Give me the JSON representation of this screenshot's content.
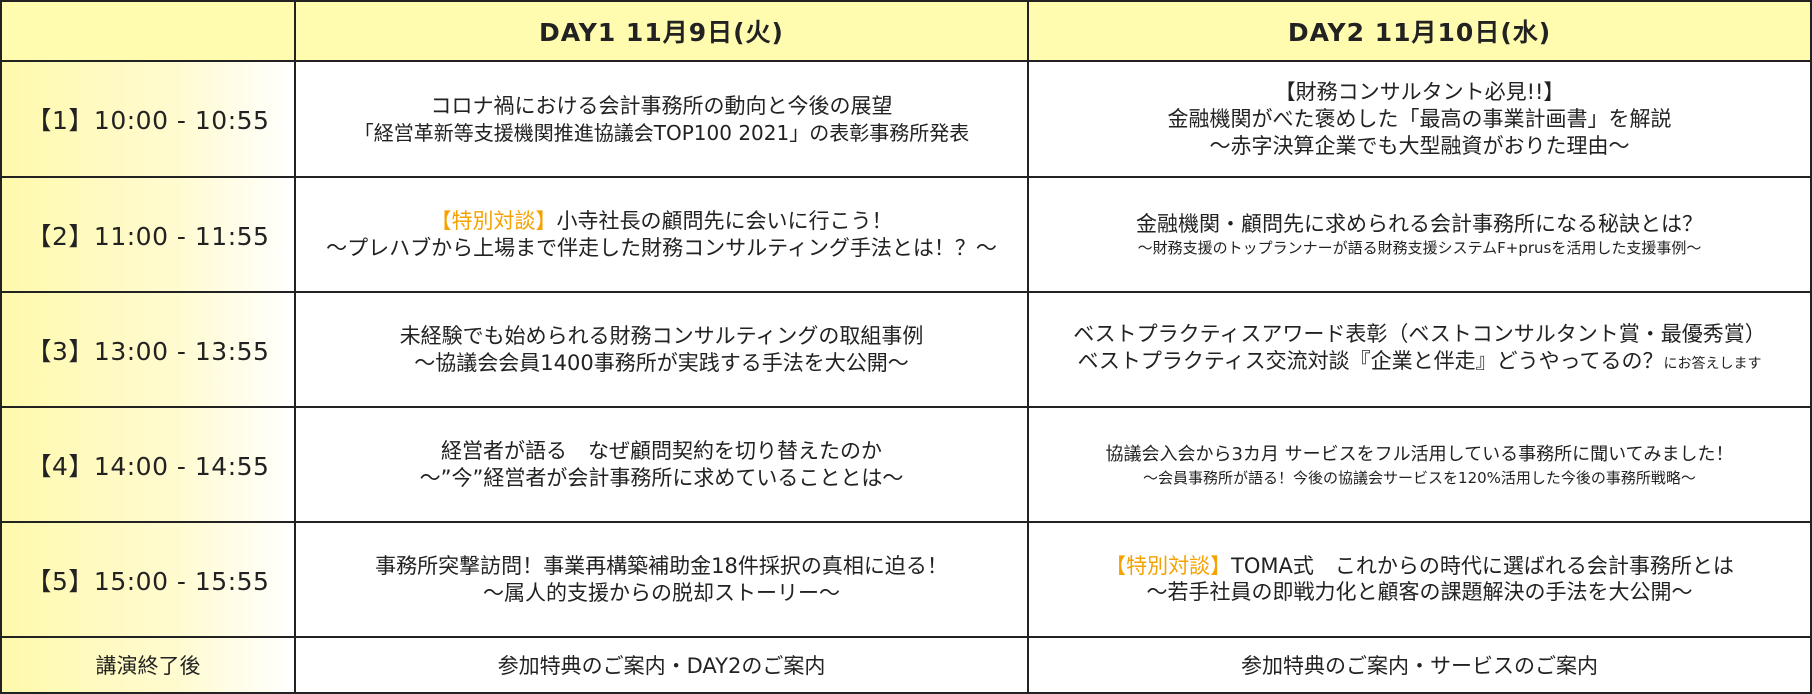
{
  "header": {
    "corner": "",
    "day1": "DAY1  11月9日(火)",
    "day2": "DAY2  11月10日(水)"
  },
  "sessions": [
    {
      "time": "【1】10:00 - 10:55",
      "day1": {
        "line1": "コロナ禍における会計事務所の動向と今後の展望",
        "line2": "「経営革新等支援機関推進協議会TOP100 2021」の表彰事務所発表"
      },
      "day2": {
        "line1": "【財務コンサルタント必見!!】",
        "line2": "金融機関がべた褒めした「最高の事業計画書」を解説",
        "line3": "〜赤字決算企業でも大型融資がおりた理由〜"
      }
    },
    {
      "time": "【2】11:00 - 11:55",
      "day1": {
        "highlight": "【特別対談】",
        "line1": "小寺社長の顧問先に会いに行こう！",
        "line2": "〜プレハブから上場まで伴走した財務コンサルティング手法とは！？〜"
      },
      "day2": {
        "line1": "金融機関・顧問先に求められる会計事務所になる秘訣とは？",
        "line2": "〜財務支援のトップランナーが語る財務支援システムF+prusを活用した支援事例〜"
      }
    },
    {
      "time": "【3】13:00 - 13:55",
      "day1": {
        "line1": "未経験でも始められる財務コンサルティングの取組事例",
        "line2": "〜協議会会員1400事務所が実践する手法を大公開〜"
      },
      "day2": {
        "line1": "ベストプラクティスアワード表彰（ベストコンサルタント賞・最優秀賞）",
        "line2": "ベストプラクティス交流対談『企業と伴走』どうやってるの？",
        "note": "にお答えします"
      }
    },
    {
      "time": "【4】14:00 - 14:55",
      "day1": {
        "line1": "経営者が語る　なぜ顧問契約を切り替えたのか",
        "line2": "〜”今”経営者が会計事務所に求めていることとは〜"
      },
      "day2": {
        "line1": "協議会入会から3カ月 サービスをフル活用している事務所に聞いてみました！",
        "line2": "〜会員事務所が語る！今後の協議会サービスを120%活用した今後の事務所戦略〜"
      }
    },
    {
      "time": "【5】15:00 - 15:55",
      "day1": {
        "line1": "事務所突撃訪問！事業再構築補助金18件採択の真相に迫る！",
        "line2": "〜属人的支援からの脱却ストーリー〜"
      },
      "day2": {
        "highlight": "【特別対談】",
        "line1": "TOMA式　これからの時代に選ばれる会計事務所とは",
        "line2": "〜若手社員の即戦力化と顧客の課題解決の手法を大公開〜"
      }
    }
  ],
  "closing": {
    "label": "講演終了後",
    "day1": "参加特典のご案内・DAY2のご案内",
    "day2": "参加特典のご案内・サービスのご案内"
  },
  "colors": {
    "header_yellow": "#fffcb0",
    "highlight": "#f5a200",
    "border": "#222222"
  }
}
